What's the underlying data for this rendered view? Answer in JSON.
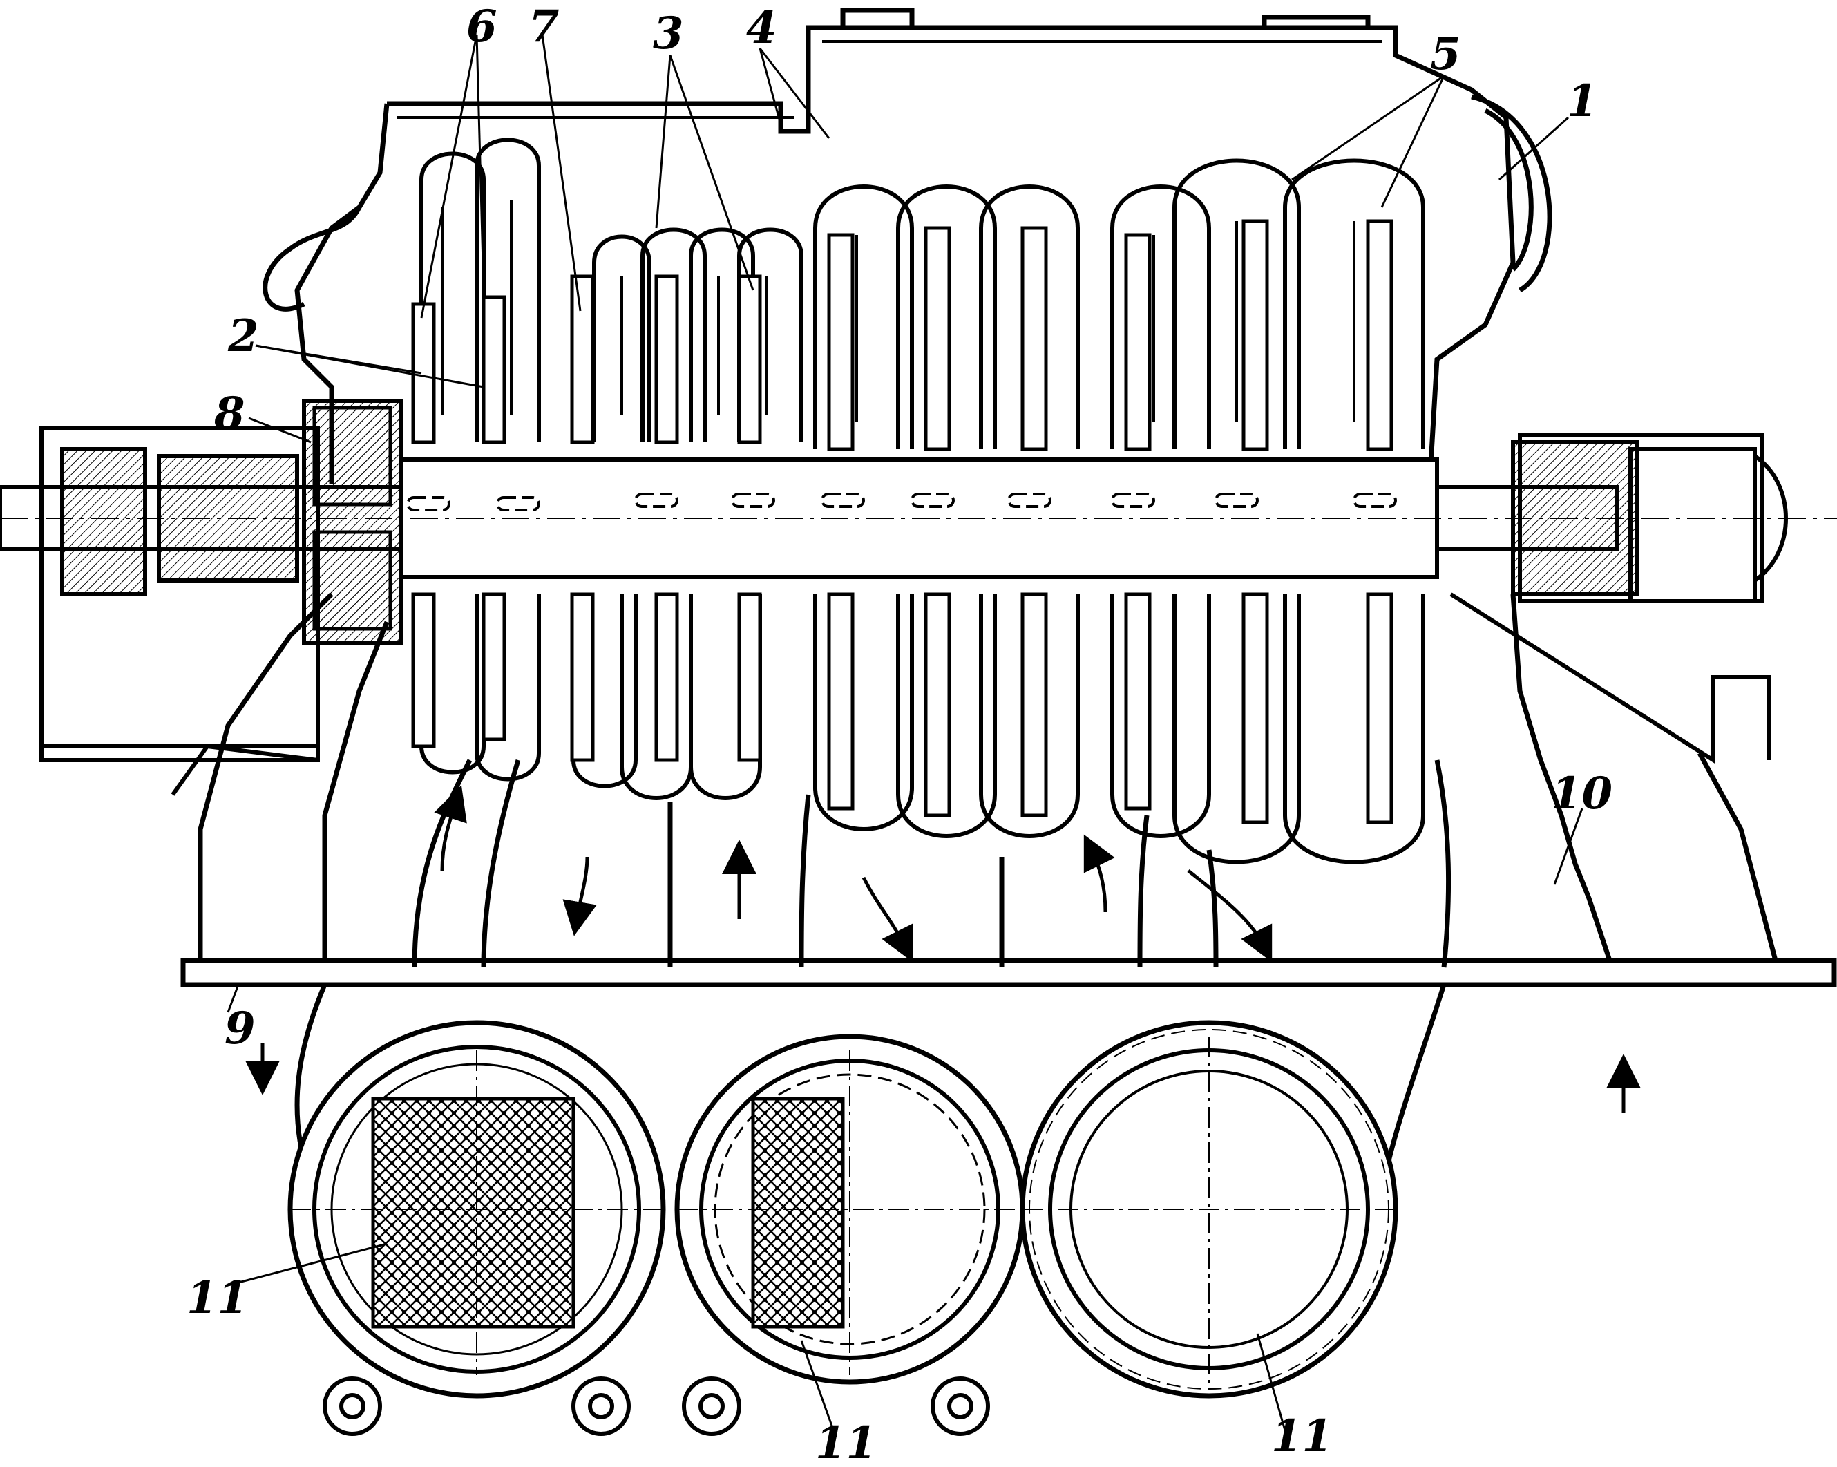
{
  "figure": {
    "callouts": [
      {
        "id": "c1",
        "text": "1"
      },
      {
        "id": "c2",
        "text": "2"
      },
      {
        "id": "c3",
        "text": "3"
      },
      {
        "id": "c4",
        "text": "4"
      },
      {
        "id": "c5",
        "text": "5"
      },
      {
        "id": "c6",
        "text": "6"
      },
      {
        "id": "c7",
        "text": "7"
      },
      {
        "id": "c8",
        "text": "8"
      },
      {
        "id": "c9",
        "text": "9"
      },
      {
        "id": "c10",
        "text": "10"
      },
      {
        "id": "c11a",
        "text": "11"
      },
      {
        "id": "c11b",
        "text": "11"
      },
      {
        "id": "c11c",
        "text": "11"
      }
    ]
  },
  "style": {
    "ink": "#000000",
    "paper": "#ffffff"
  }
}
